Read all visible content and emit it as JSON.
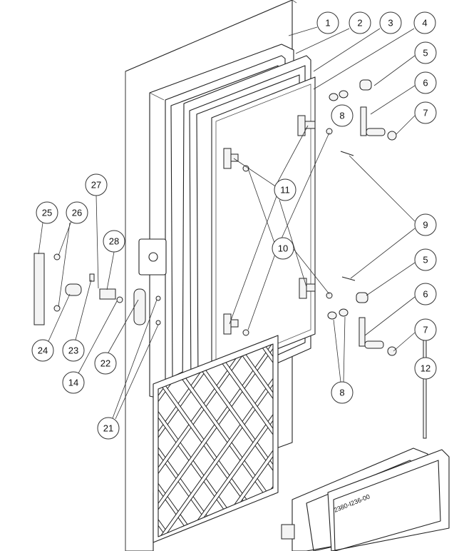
{
  "diagram": {
    "title": "Exploded door assembly",
    "part_marking": "2380-I236-00",
    "callouts": [
      "1",
      "2",
      "3",
      "4",
      "5",
      "6",
      "7",
      "8",
      "11",
      "9",
      "10",
      "5",
      "6",
      "7",
      "12",
      "8",
      "27",
      "26",
      "25",
      "28",
      "24",
      "23",
      "14",
      "22",
      "21"
    ]
  }
}
